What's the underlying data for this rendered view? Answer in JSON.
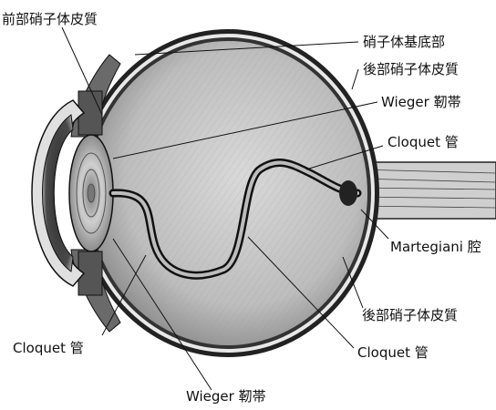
{
  "labels": {
    "anterior_vitreous_cortex": "前部硝子体皮質",
    "vitreous_base": "硝子体基底部",
    "posterior_vitreous_cortex_top": "後部硝子体皮質",
    "wieger_ligament_top": "Wieger 靭帯",
    "cloquet_canal_right": "Cloquet 管",
    "martegiani_space": "Martegiani 腔",
    "posterior_vitreous_cortex_bottom": "後部硝子体皮質",
    "cloquet_canal_bottom_right": "Cloquet 管",
    "cloquet_canal_left": "Cloquet 管",
    "wieger_ligament_bottom": "Wieger 靭帯"
  }
}
